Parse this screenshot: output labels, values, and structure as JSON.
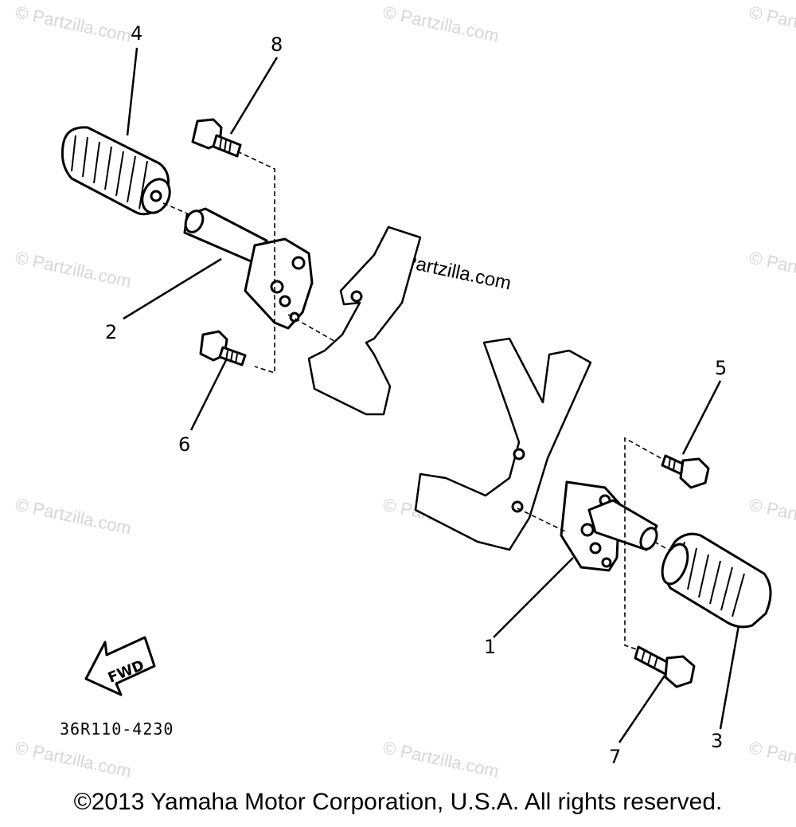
{
  "watermarks": {
    "small": "© Partzilla.com",
    "center": "© Partzilla.com"
  },
  "callouts": {
    "p1": "1",
    "p2": "2",
    "p3": "3",
    "p4": "4",
    "p5": "5",
    "p6": "6",
    "p7": "7",
    "p8": "8"
  },
  "fwd_label": "FWD",
  "part_code": "36R110-4230",
  "copyright": "©2013 Yamaha Motor Corporation, U.S.A. All rights reserved."
}
